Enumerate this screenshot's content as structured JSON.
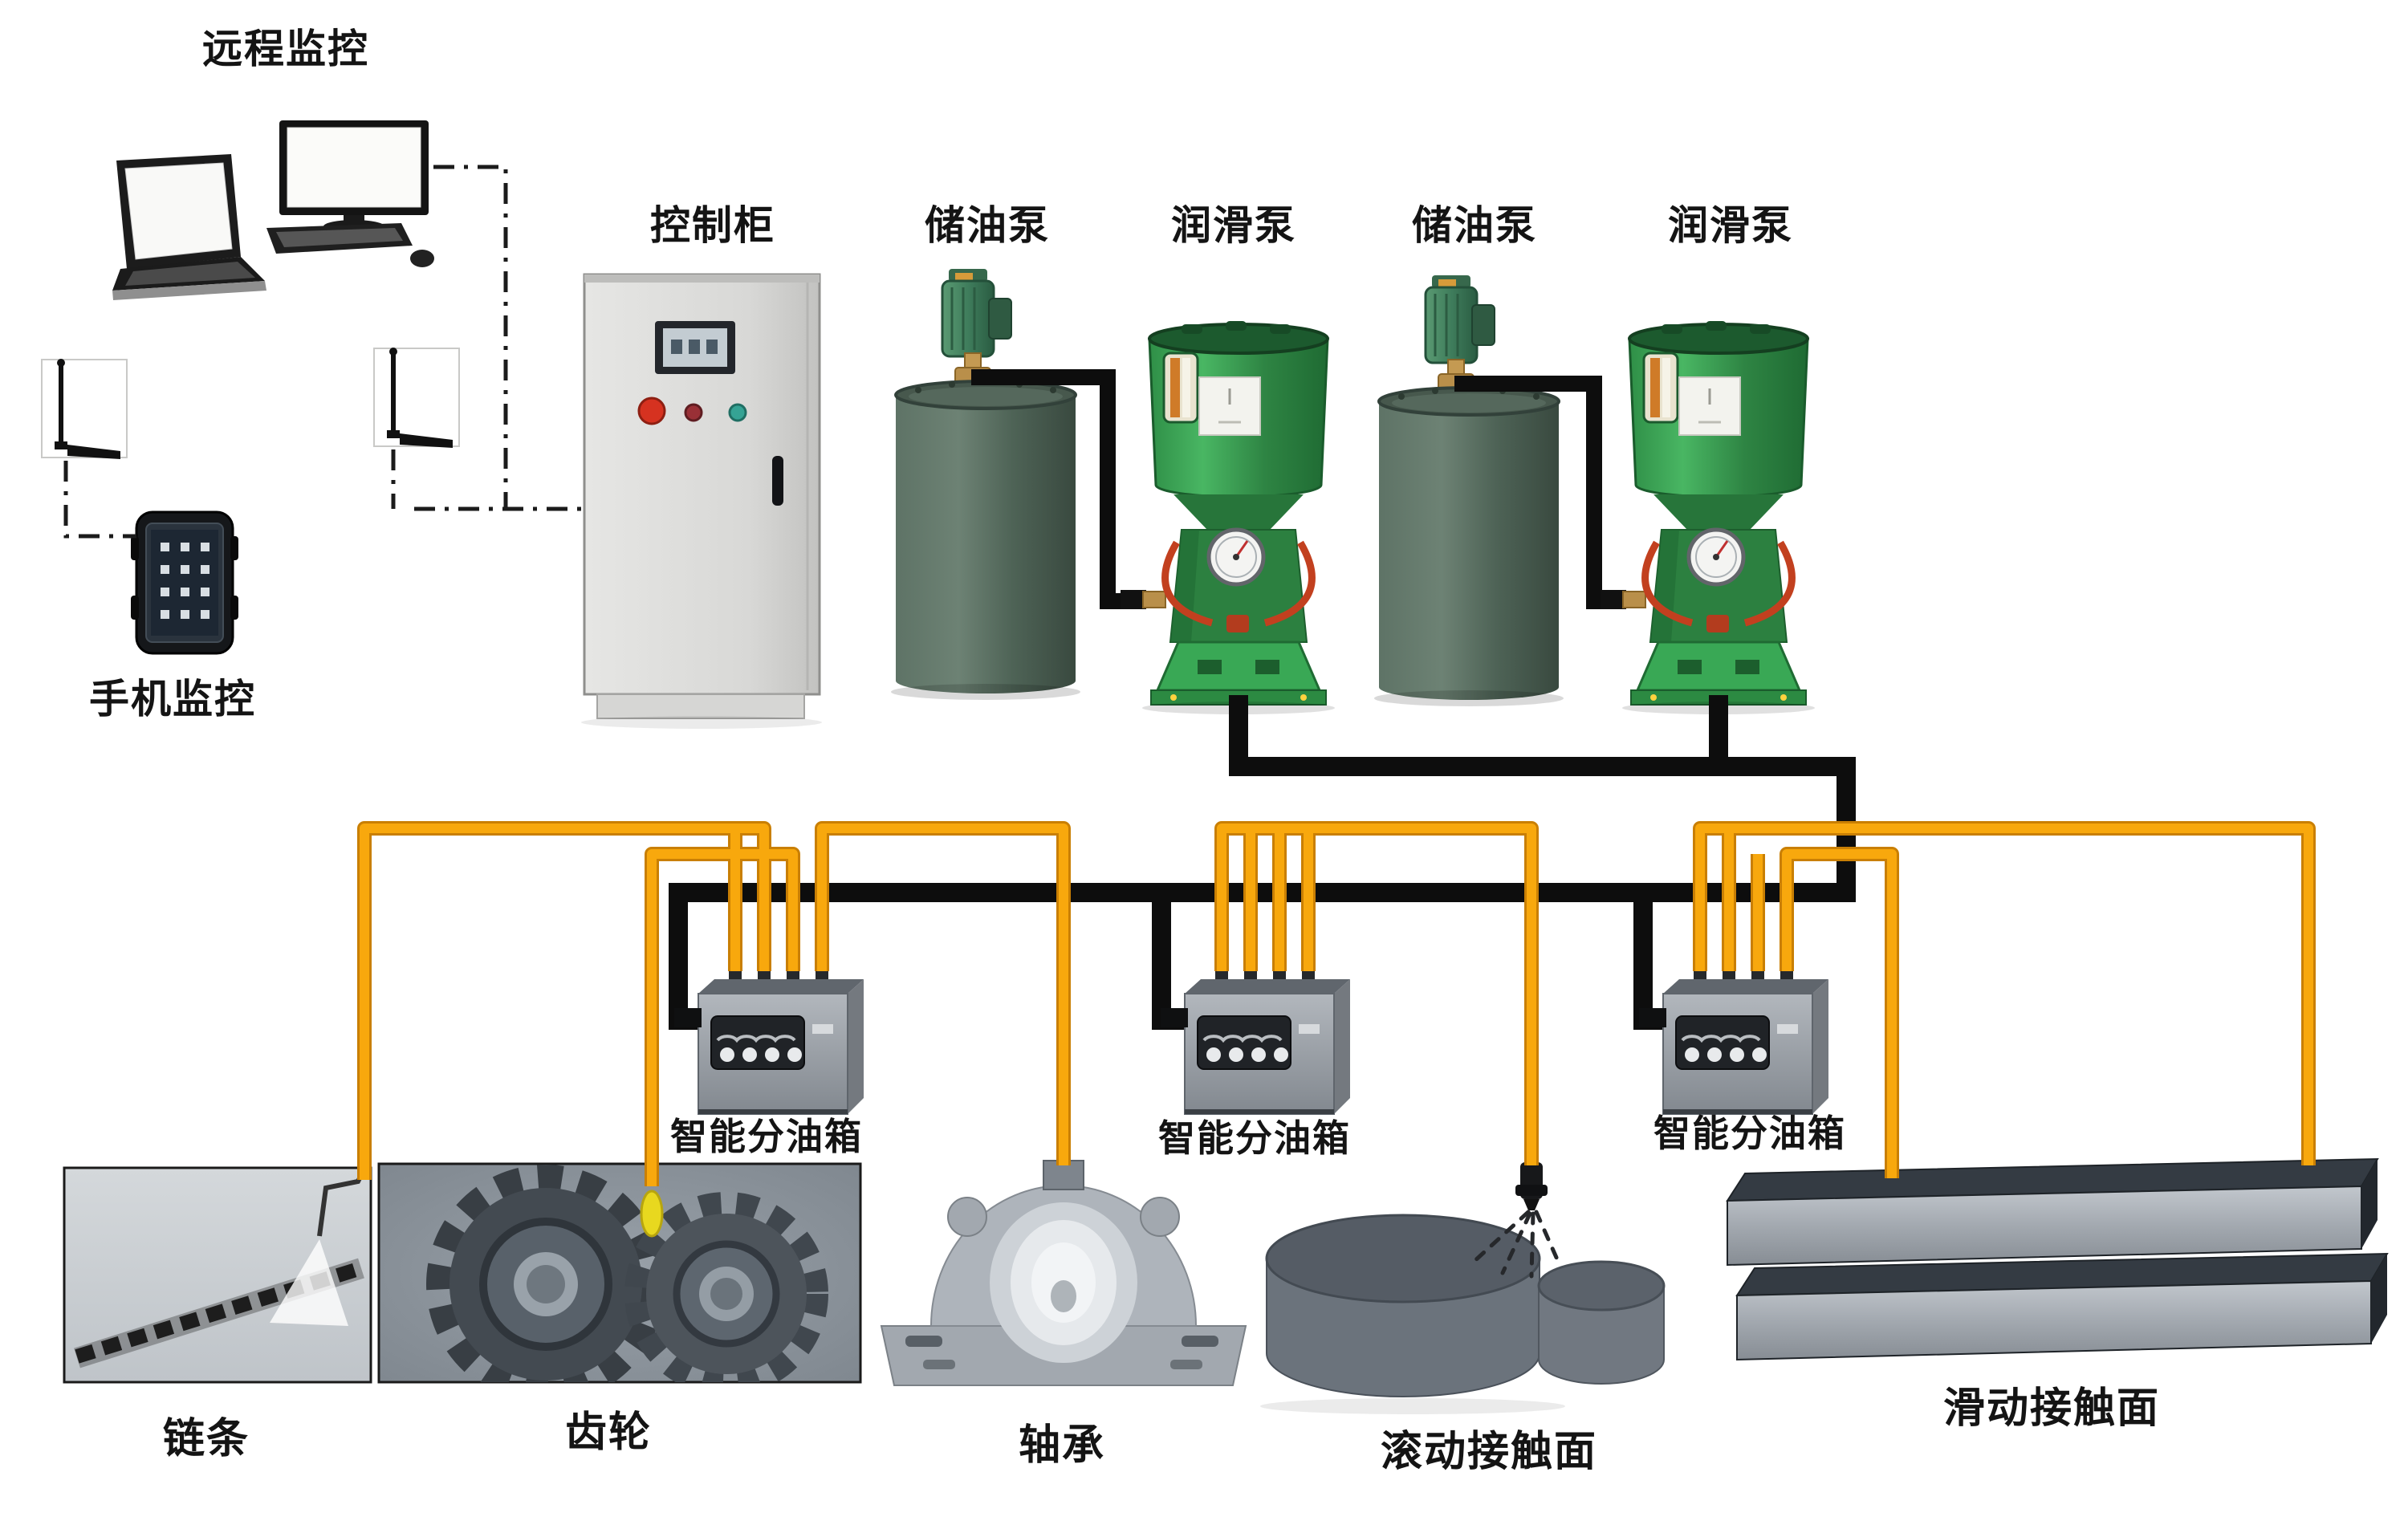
{
  "diagram": {
    "title_context": "lubrication-system-schematic",
    "labels": {
      "remote_monitoring": "远程监控",
      "mobile_monitoring": "手机监控",
      "control_cabinet": "控制柜",
      "oil_storage_pump_1": "储油泵",
      "lubrication_pump_1": "润滑泵",
      "oil_storage_pump_2": "储油泵",
      "lubrication_pump_2": "润滑泵",
      "smart_distributor_1": "智能分油箱",
      "smart_distributor_2": "智能分油箱",
      "smart_distributor_3": "智能分油箱",
      "chain": "链条",
      "gear": "齿轮",
      "bearing": "轴承",
      "rolling_contact_surface": "滚动接触面",
      "sliding_contact_surface": "滑动接触面"
    },
    "colors": {
      "pipe_yellow": "#f3a206",
      "pipe_black": "#0d0d0d",
      "pump_green": "#2e8443",
      "pump_lid_green": "#1c5a2e",
      "tank_green": "#55695c",
      "motor_green": "#3f7d5c",
      "cabinet_gray": "#dcdcda",
      "button_red": "#d63220",
      "button_dark_red": "#993036",
      "button_teal": "#35a394",
      "brass_fitting": "#b98f4a",
      "red_tubing": "#c2401f",
      "oil_drip_yellow": "#e8d81f",
      "metal_gray": "#9aa1a8",
      "background": "#ffffff"
    }
  }
}
